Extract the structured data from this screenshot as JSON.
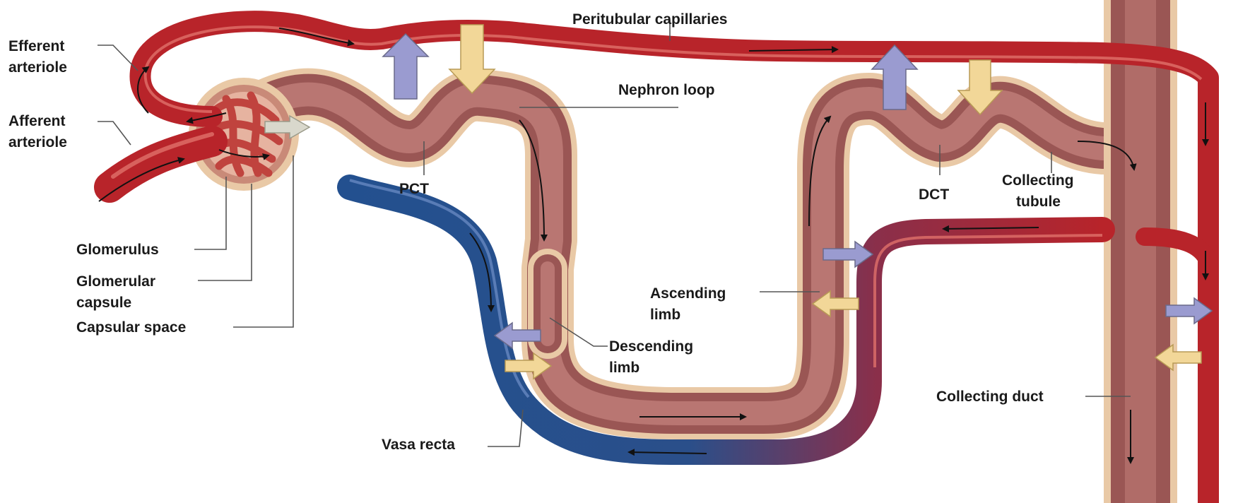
{
  "labels": {
    "efferent_arteriole": [
      "Efferent",
      "arteriole"
    ],
    "afferent_arteriole": [
      "Afferent",
      "arteriole"
    ],
    "peritubular_capillaries": "Peritubular capillaries",
    "nephron_loop": "Nephron loop",
    "pct": "PCT",
    "dct": "DCT",
    "collecting_tubule": [
      "Collecting",
      "tubule"
    ],
    "glomerulus": "Glomerulus",
    "glomerular_capsule": [
      "Glomerular",
      "capsule"
    ],
    "capsular_space": "Capsular space",
    "ascending_limb": [
      "Ascending",
      "limb"
    ],
    "descending_limb": [
      "Descending",
      "limb"
    ],
    "vasa_recta": "Vasa recta",
    "collecting_duct": "Collecting duct"
  },
  "colors": {
    "artery_red": "#b8242a",
    "artery_highlight": "#e0706a",
    "vein_blue": "#23508f",
    "tubule_wall": "#9a5654",
    "tubule_lumen": "#b97672",
    "tubule_outline": "#e9c9a6",
    "reabsorption_arrow": "#9a9bd0",
    "secretion_arrow": "#f2d798",
    "filtrate_arrow": "#d9d8cc"
  }
}
